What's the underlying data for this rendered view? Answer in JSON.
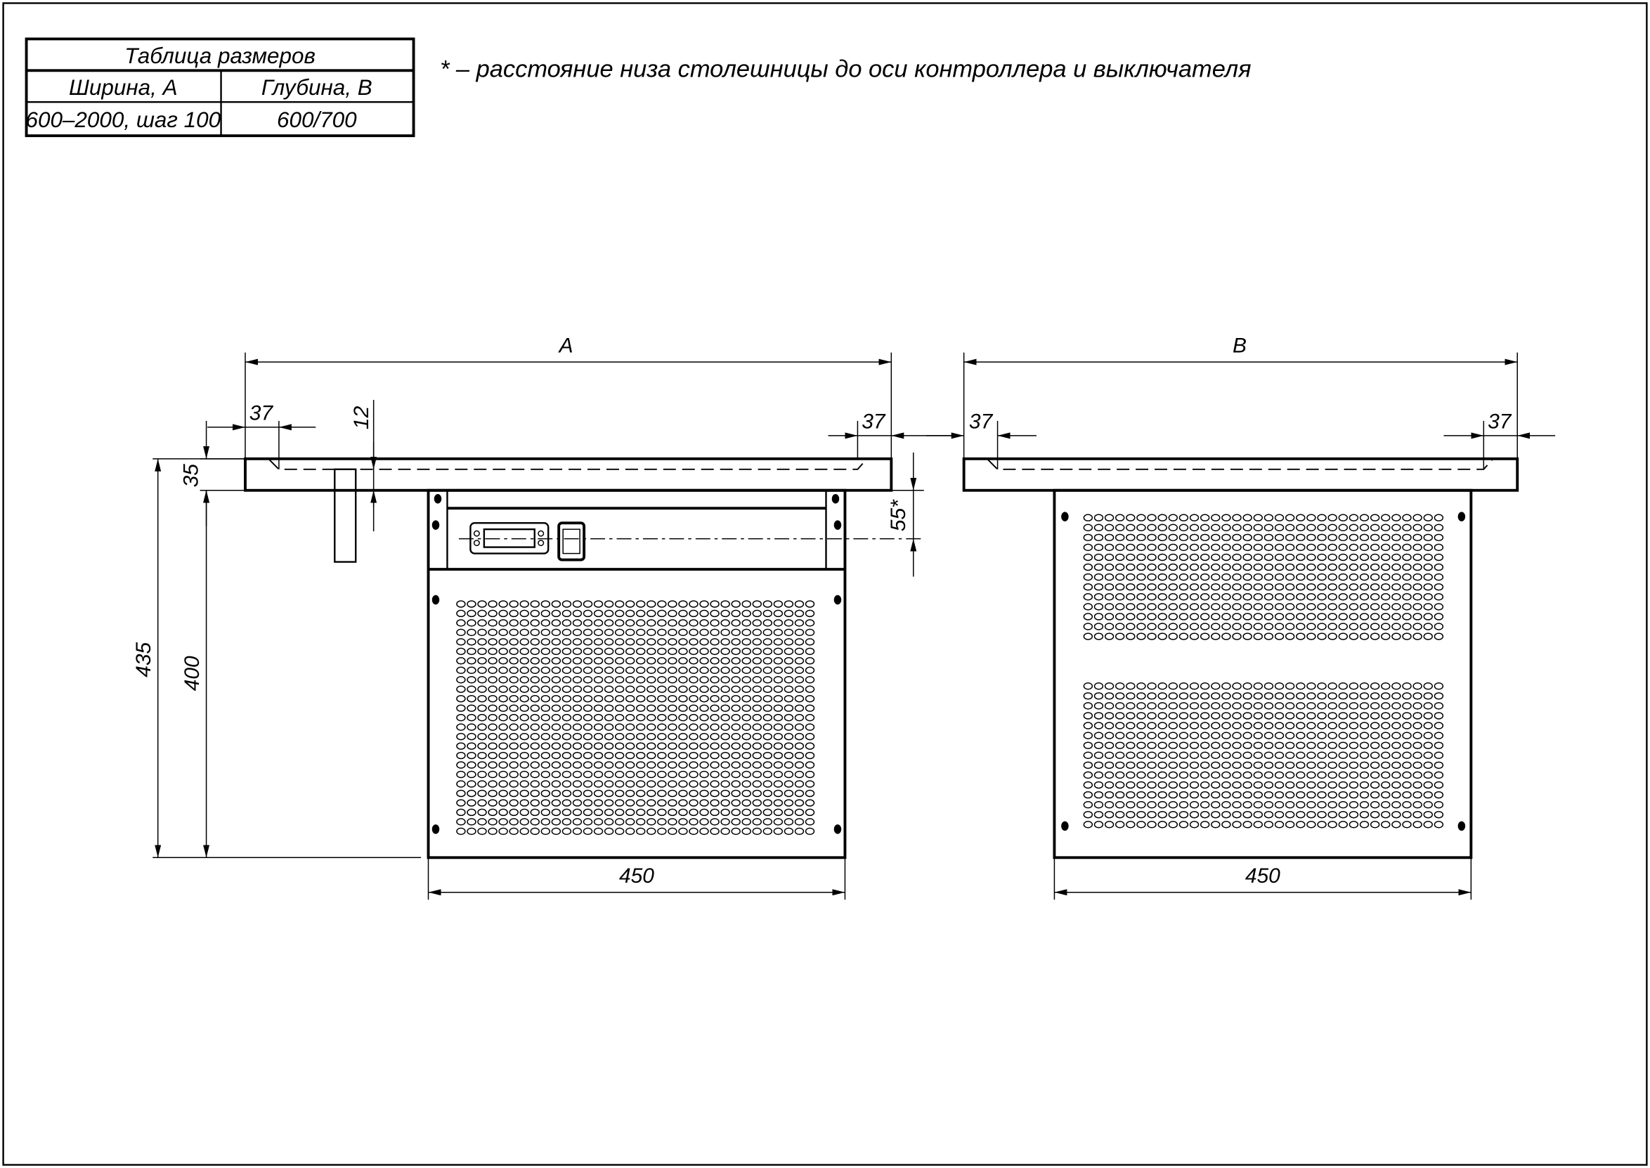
{
  "size_table": {
    "title": "Таблица размеров",
    "headers": [
      "Ширина, А",
      "Глубина, В"
    ],
    "values": [
      "600–2000, шаг 100",
      "600/700"
    ]
  },
  "note": "* – расстояние низа столешницы до оси контроллера и выключателя",
  "front_view": {
    "dim_width": "A",
    "dim_left_offset": "37",
    "dim_right_offset": "37",
    "dim_top_thickness_inner": "12",
    "dim_countertop": "35",
    "dim_total_height": "435",
    "dim_unit_height": "400",
    "dim_controller_axis": "55*",
    "dim_unit_width": "450"
  },
  "side_view": {
    "dim_depth": "B",
    "dim_left_offset": "37",
    "dim_right_offset": "37",
    "dim_unit_width": "450"
  }
}
